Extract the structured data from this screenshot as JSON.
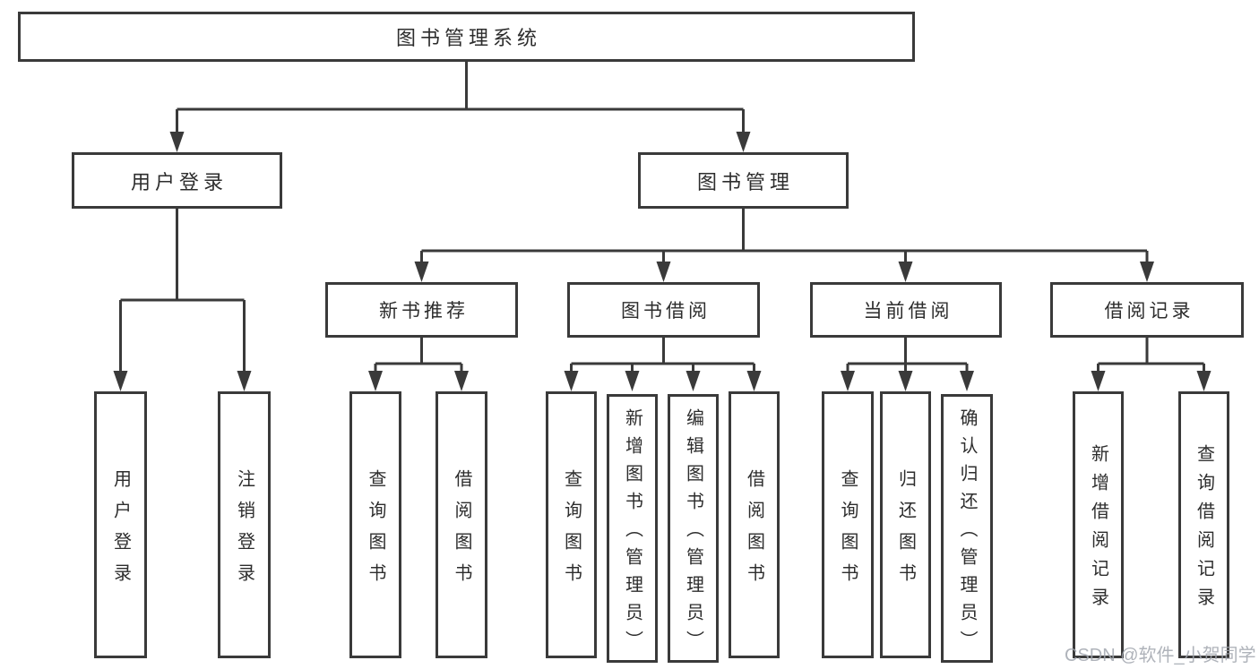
{
  "colors": {
    "line": "#3a3a3a",
    "box_border": "#3a3a3a",
    "text": "#2d2d2d",
    "background": "#ffffff",
    "watermark": "#a1a6ae"
  },
  "watermark": {
    "text": "CSDN @软件_小贺同学"
  },
  "tree": {
    "root": {
      "label": "图书管理系统",
      "children": [
        {
          "label": "用户登录",
          "children": [
            {
              "label": "用户登录"
            },
            {
              "label": "注销登录"
            }
          ]
        },
        {
          "label": "图书管理",
          "children": [
            {
              "label": "新书推荐",
              "children": [
                {
                  "label": "查询图书"
                },
                {
                  "label": "借阅图书"
                }
              ]
            },
            {
              "label": "图书借阅",
              "children": [
                {
                  "label": "查询图书"
                },
                {
                  "label": "新增图书（管理员）"
                },
                {
                  "label": "编辑图书（管理员）"
                },
                {
                  "label": "借阅图书"
                }
              ]
            },
            {
              "label": "当前借阅",
              "children": [
                {
                  "label": "查询图书"
                },
                {
                  "label": "归还图书"
                },
                {
                  "label": "确认归还（管理员）"
                }
              ]
            },
            {
              "label": "借阅记录",
              "children": [
                {
                  "label": "新增借阅记录"
                },
                {
                  "label": "查询借阅记录"
                }
              ]
            }
          ]
        }
      ]
    }
  }
}
